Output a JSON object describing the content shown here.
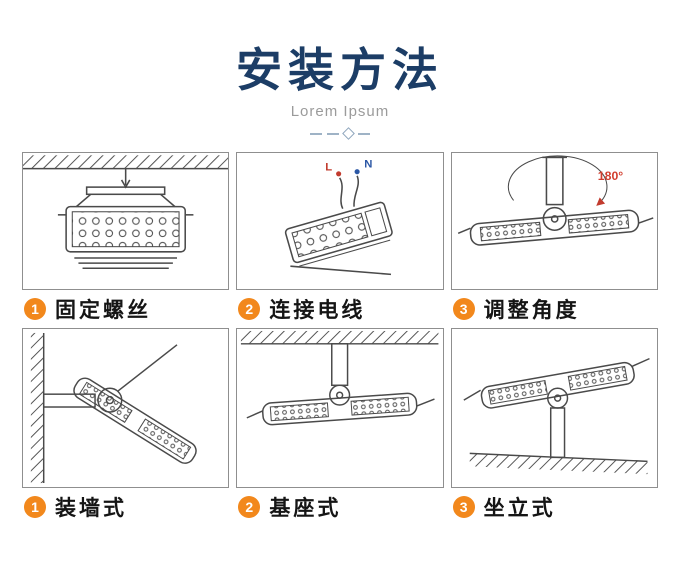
{
  "header": {
    "title": "安装方法",
    "subtitle": "Lorem Ipsum"
  },
  "steps": [
    {
      "num": "1",
      "label": "固定螺丝"
    },
    {
      "num": "2",
      "label": "连接电线"
    },
    {
      "num": "3",
      "label": "调整角度"
    },
    {
      "num": "1",
      "label": "装墙式"
    },
    {
      "num": "2",
      "label": "基座式"
    },
    {
      "num": "3",
      "label": "坐立式"
    }
  ],
  "annotations": {
    "angle": "180°",
    "wire_l": "L",
    "wire_n": "N"
  },
  "colors": {
    "title": "#1c3d66",
    "badge": "#f2881c",
    "angle_text": "#d23f2f"
  }
}
